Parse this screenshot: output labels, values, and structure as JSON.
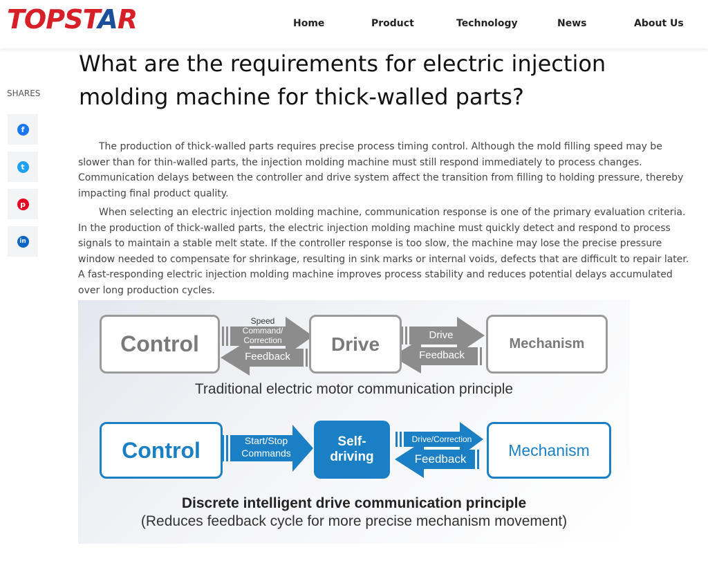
{
  "header": {
    "logo": {
      "part1": "TOPST",
      "part2": "A",
      "part3": "R"
    },
    "nav": [
      {
        "label": "Home"
      },
      {
        "label": "Product"
      },
      {
        "label": "Technology"
      },
      {
        "label": "News"
      },
      {
        "label": "About Us"
      }
    ]
  },
  "article": {
    "title": "What are the requirements for electric injection molding machine for thick-walled parts?",
    "paragraphs": [
      "The production of thick-walled parts requires precise process timing control. Although the mold filling speed may be slower than for thin-walled parts, the injection molding machine must still respond immediately to process changes. Communication delays between the controller and drive system affect the transition from filling to holding pressure, thereby impacting final product quality.",
      "When selecting an electric injection molding machine, communication response is one of the primary evaluation criteria. In the production of thick-walled parts, the electric injection molding machine must quickly detect and respond to process signals to maintain a stable melt state. If the controller response is too slow, the machine may lose the precise pressure window needed to compensate for shrinkage, resulting in sink marks or internal voids, defects that are difficult to repair later. A fast-responding electric injection molding machine improves process stability and reduces potential delays accumulated over long production cycles."
    ]
  },
  "shares": {
    "label": "SHARES",
    "buttons": [
      {
        "icon": "facebook-icon",
        "glyph": "f",
        "color": "#1877f2"
      },
      {
        "icon": "twitter-icon",
        "glyph": "t",
        "color": "#1da1f2"
      },
      {
        "icon": "pinterest-icon",
        "glyph": "p",
        "color": "#e60023"
      },
      {
        "icon": "linkedin-icon",
        "glyph": "in",
        "color": "#0a66c2"
      }
    ]
  },
  "diagram": {
    "traditional": {
      "control": "Control",
      "drive": "Drive",
      "mechanism": "Mechanism",
      "arrow1_fwd_l1": "Speed",
      "arrow1_fwd_l2": "Command/",
      "arrow1_fwd_l3": "Correction",
      "arrow1_back": "Feedback",
      "arrow2_fwd": "Drive",
      "arrow2_back": "Feedback",
      "caption": "Traditional electric motor communication principle"
    },
    "discrete": {
      "control": "Control",
      "self_l1": "Self-",
      "self_l2": "driving",
      "mechanism": "Mechanism",
      "arrow1_l1": "Start/Stop",
      "arrow1_l2": "Commands",
      "arrow2_fwd": "Drive/Correction",
      "arrow2_back": "Feedback",
      "caption": "Discrete intelligent drive communication principle",
      "subcaption": "(Reduces feedback cycle for more precise mechanism movement)"
    },
    "colors": {
      "grey": "#8c8c8c",
      "blue": "#1a7fc4"
    }
  }
}
